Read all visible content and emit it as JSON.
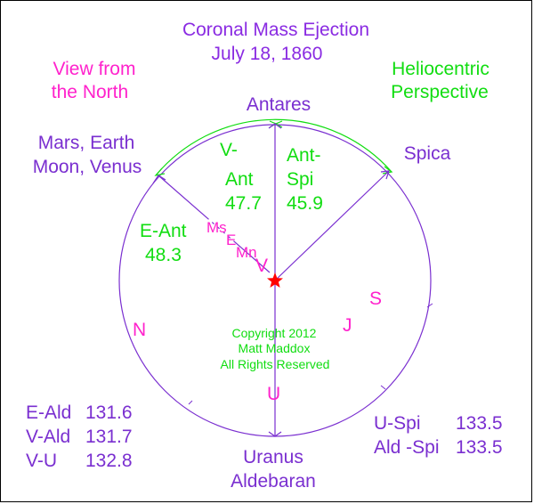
{
  "title": {
    "line1": "Coronal Mass Ejection",
    "line2": "July 18, 1860"
  },
  "view_note": {
    "line1": "View from",
    "line2": "the North"
  },
  "perspective_note": {
    "line1": "Heliocentric",
    "line2": "Perspective"
  },
  "stars": {
    "antares": "Antares",
    "spica": "Spica",
    "uranus_aldebaran": {
      "line1": "Uranus",
      "line2": "Aldebaran"
    },
    "mars_earth_moon_venus": {
      "line1": "Mars, Earth",
      "line2": "Moon, Venus"
    }
  },
  "angles": {
    "v_ant": {
      "line1": "V-",
      "line2": "Ant",
      "value": "47.7"
    },
    "ant_spi": {
      "line1": "Ant-",
      "line2": "Spi",
      "value": "45.9"
    },
    "e_ant": {
      "label": "E-Ant",
      "value": "48.3"
    }
  },
  "planet_markers": {
    "mars": "Ms",
    "earth": "E",
    "moon": "Mn",
    "venus": "V",
    "saturn": "S",
    "jupiter": "J",
    "neptune": "N",
    "uranus": "U"
  },
  "copyright": {
    "line1": "Copyright 2012",
    "line2": "Matt Maddox",
    "line3": "All Rights Reserved"
  },
  "left_table": [
    {
      "label": "E-Ald",
      "value": "131.6"
    },
    {
      "label": "V-Ald",
      "value": "131.7"
    },
    {
      "label": "V-U",
      "value": "132.8"
    }
  ],
  "right_table": [
    {
      "label": "U-Spi",
      "value": "133.5"
    },
    {
      "label": "Ald -Spi",
      "value": "133.5"
    }
  ],
  "colors": {
    "purple": "#7a2fd0",
    "magenta": "#ff22cc",
    "green": "#11dd11",
    "sun_red": "#ff0000"
  }
}
